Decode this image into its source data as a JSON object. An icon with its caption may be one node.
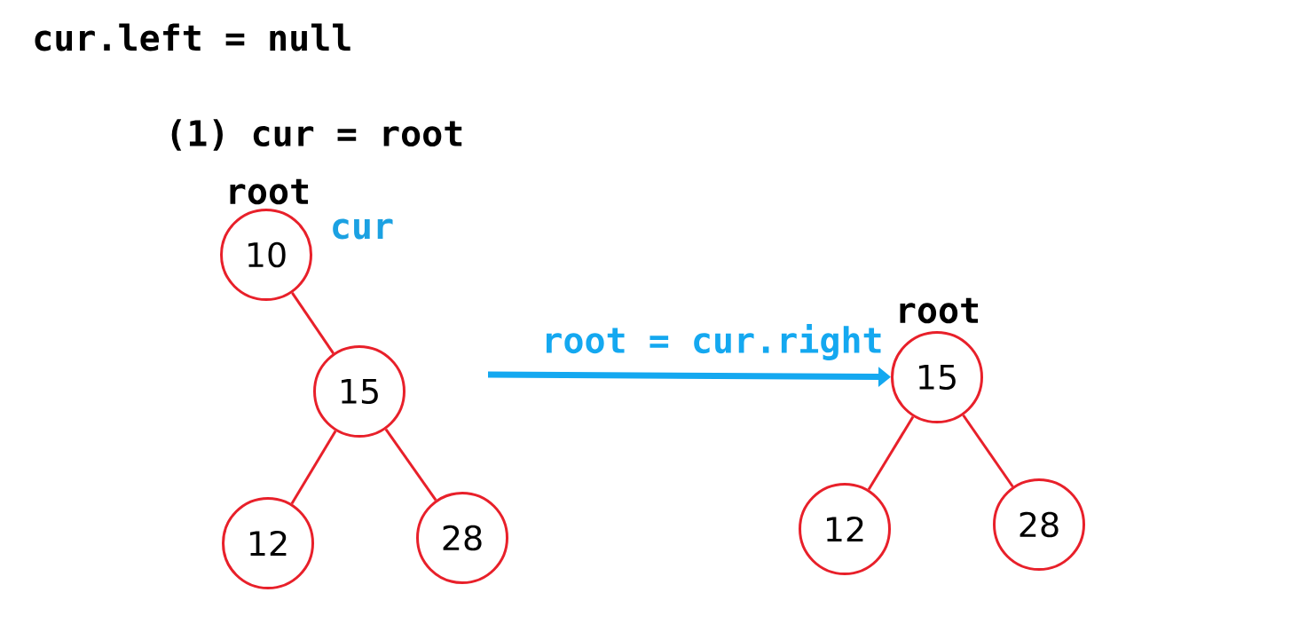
{
  "diagram": {
    "nodes": [
      {
        "text": [
          "10"
        ],
        "beside": [
          "root",
          "cur"
        ]
      },
      {
        "text": [
          "15"
        ]
      },
      {
        "text": [
          "12"
        ]
      },
      {
        "text": [
          "28"
        ]
      },
      {
        "text": [
          "15"
        ],
        "beside": [
          "root"
        ]
      },
      {
        "text": [
          "12"
        ]
      },
      {
        "text": [
          "28"
        ]
      }
    ],
    "edges": [
      {
        "from": 0,
        "to": 1,
        "arrow": "none"
      },
      {
        "from": 1,
        "to": 2,
        "arrow": "none"
      },
      {
        "from": 1,
        "to": 3,
        "arrow": "none"
      },
      {
        "from": null,
        "to": 4,
        "arrow": "to",
        "label": "root = cur.right",
        "color": "#14a8f0",
        "style": "thick"
      },
      {
        "from": 4,
        "to": 5,
        "arrow": "none"
      },
      {
        "from": 4,
        "to": 6,
        "arrow": "none"
      }
    ],
    "labels": [
      "cur.left = null",
      "(1) cur = root"
    ]
  }
}
